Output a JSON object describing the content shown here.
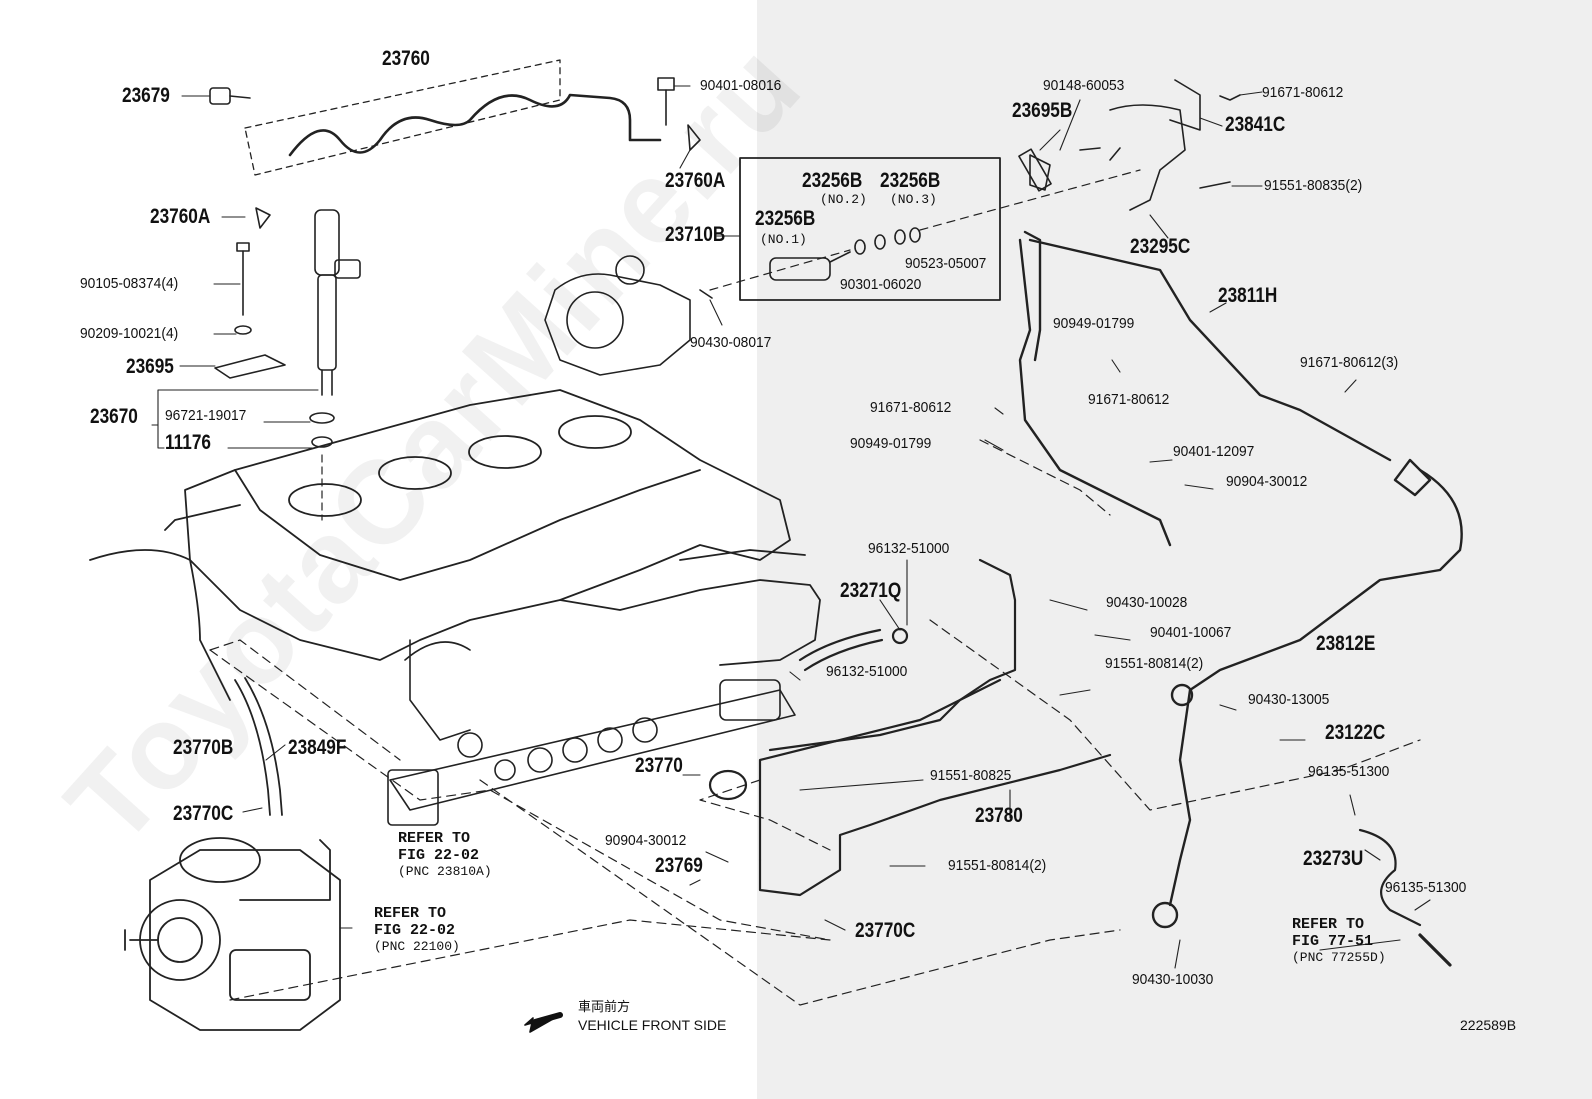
{
  "watermark": "ToyotaCarMine.ru",
  "figure_id": "222589B",
  "direction": {
    "jp": "車両前方",
    "en": "VEHICLE FRONT SIDE"
  },
  "refs": [
    {
      "line1": "REFER TO",
      "line2": "FIG 22-02",
      "line3": "(PNC 23810A)"
    },
    {
      "line1": "REFER TO",
      "line2": "FIG 22-02",
      "line3": "(PNC 22100)"
    },
    {
      "line1": "REFER TO",
      "line2": "FIG 77-51",
      "line3": "(PNC 77255D)"
    }
  ],
  "labels": {
    "l23760": "23760",
    "l23679": "23679",
    "l23760a_1": "23760A",
    "l23760a_2": "23760A",
    "l90401_08016": "90401-08016",
    "l90105": "90105-08374(4)",
    "l90209": "90209-10021(4)",
    "l23695": "23695",
    "l23670": "23670",
    "l96721": "96721-19017",
    "l11176": "11176",
    "l23710b": "23710B",
    "l23256b_n2": "23256B",
    "n2": "(NO.2)",
    "l23256b_n3": "23256B",
    "n3": "(NO.3)",
    "l23256b_n1": "23256B",
    "n1": "(NO.1)",
    "l90523": "90523-05007",
    "l90301": "90301-06020",
    "l90430_08017": "90430-08017",
    "l90148": "90148-60053",
    "l23695b": "23695B",
    "l91671_a": "91671-80612",
    "l23841c": "23841C",
    "l91551_80835": "91551-80835(2)",
    "l23295c": "23295C",
    "l23811h": "23811H",
    "l90949_a": "90949-01799",
    "l91671_b": "91671-80612",
    "l91671_c": "91671-80612(3)",
    "l91671_d": "91671-80612",
    "l90949_b": "90949-01799",
    "l90401_12097": "90401-12097",
    "l90904_30012a": "90904-30012",
    "l96132_a": "96132-51000",
    "l23271q": "23271Q",
    "l96132_b": "96132-51000",
    "l90430_10028": "90430-10028",
    "l90401_10067": "90401-10067",
    "l23812e": "23812E",
    "l91551_80814a": "91551-80814(2)",
    "l90430_13005": "90430-13005",
    "l23122c": "23122C",
    "l23770b": "23770B",
    "l23849f": "23849F",
    "l23770": "23770",
    "l91551_80825": "91551-80825",
    "l23780": "23780",
    "l96135_a": "96135-51300",
    "l23273u": "23273U",
    "l23770c_a": "23770C",
    "l90904_30012b": "90904-30012",
    "l23769": "23769",
    "l91551_80814b": "91551-80814(2)",
    "l96135_b": "96135-51300",
    "l23770c_b": "23770C",
    "l90430_10030": "90430-10030"
  }
}
